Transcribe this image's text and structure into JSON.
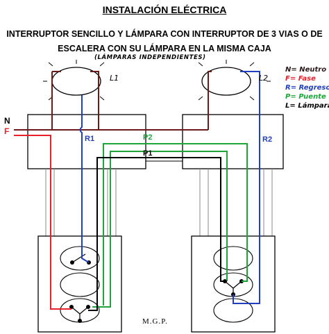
{
  "title": "INSTALACIÓN ELÉCTRICA",
  "subtitle_line1": "INTERRUPTOR SENCILLO Y LÁMPARA CON INTERRUPTOR DE 3 VIAS O DE",
  "subtitle_line2": "ESCALERA CON SU LÁMPARA  EN LA MISMA CAJA",
  "subtitle_note": "(LÁMPARAS INDEPENDIENTES)",
  "legend": [
    {
      "text": "N= Neutro",
      "color": "#2a1a1a"
    },
    {
      "text": "F= Fase",
      "color": "#e8202a"
    },
    {
      "text": "R= Regreso",
      "color": "#1f3fbf"
    },
    {
      "text": "P= Puente",
      "color": "#1ea53a"
    },
    {
      "text": "L= Lámpara",
      "color": "#000000"
    }
  ],
  "labels": {
    "neutral": "N",
    "phase": "F",
    "lamp1": "L1",
    "lamp2": "L2",
    "return1": "R1",
    "return2": "R2",
    "bridge": "P2",
    "bridge2": "P1"
  },
  "credit": "M.G.P.",
  "colors": {
    "neutral": "#6b1a1a",
    "phase": "#e8202a",
    "return": "#1f3fbf",
    "bridge": "#1ea53a",
    "box": "#000000"
  }
}
